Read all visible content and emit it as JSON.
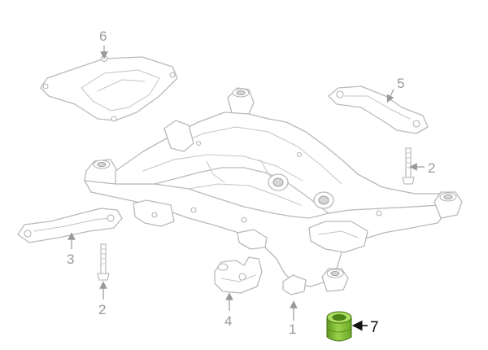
{
  "callouts": {
    "c1": "1",
    "c2a": "2",
    "c2b": "2",
    "c3": "3",
    "c4": "4",
    "c5": "5",
    "c6": "6",
    "c7": "7"
  },
  "colors": {
    "highlight_part": "#8dc63f",
    "line_art": "#b9b9b9",
    "callout_text": "#9a9a9a",
    "active_callout": "#111111"
  }
}
